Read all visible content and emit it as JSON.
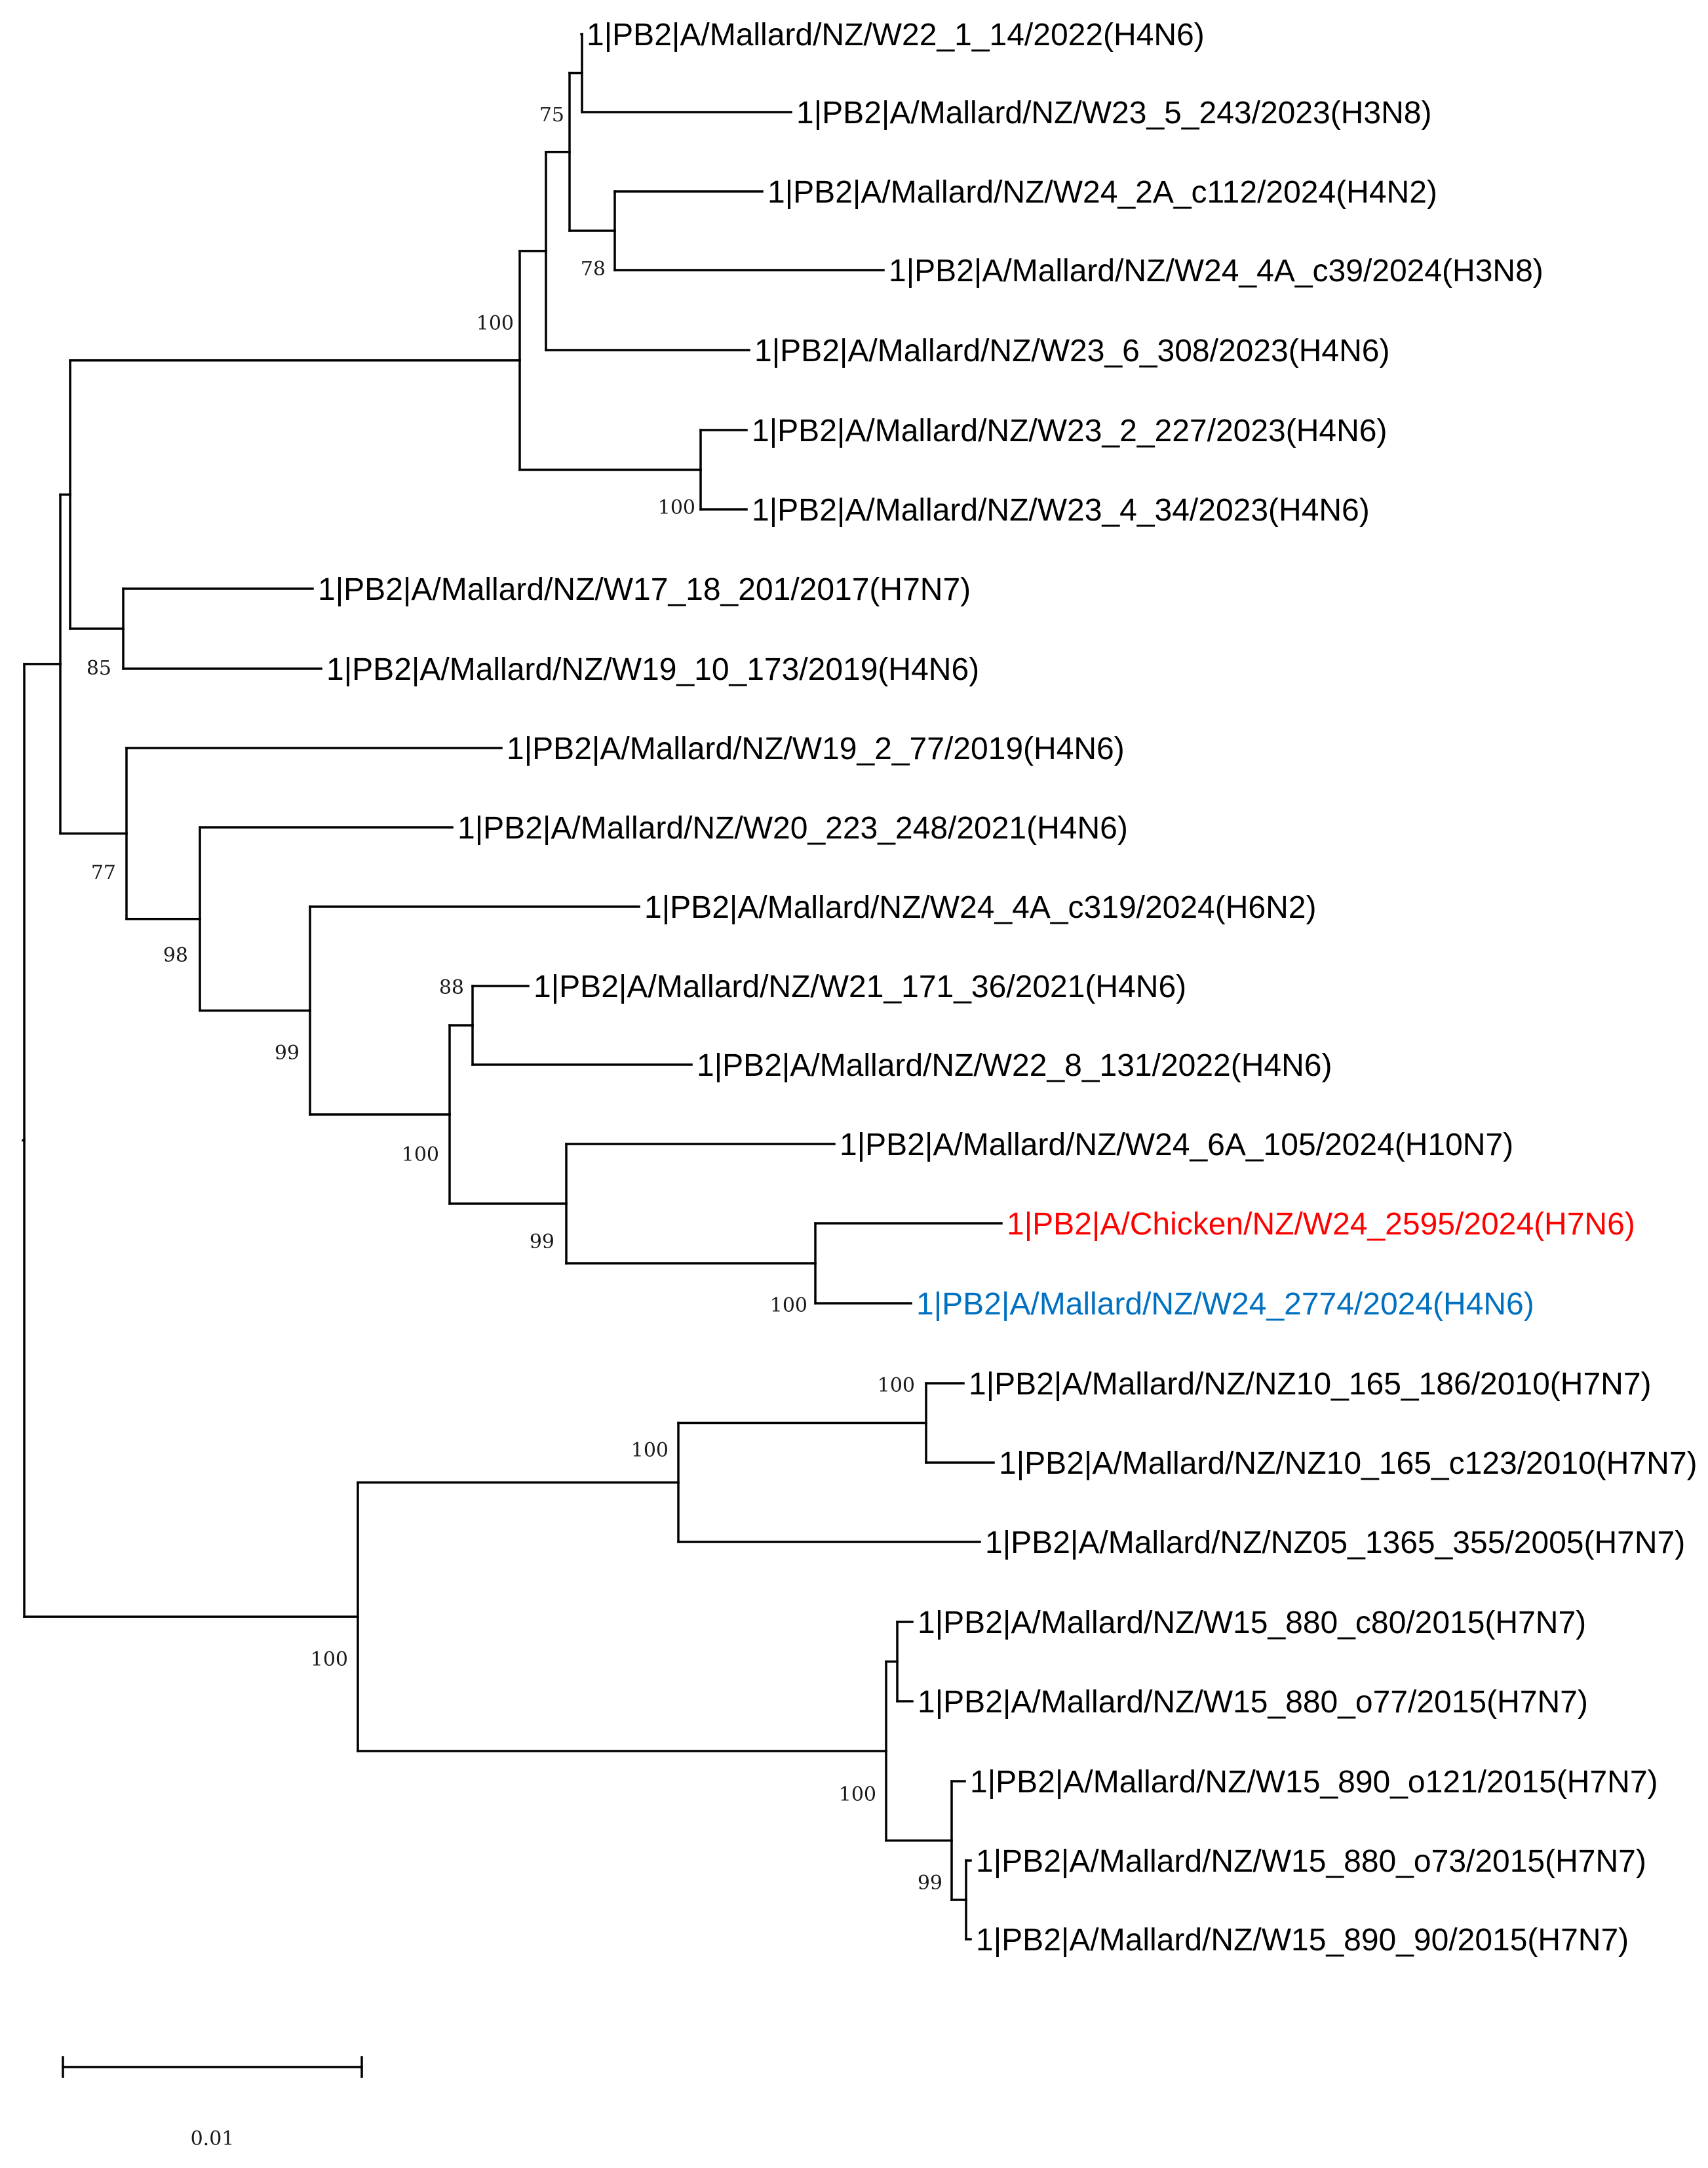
{
  "tree": {
    "default_color": "#000000",
    "tips": [
      {
        "id": "t1",
        "label": "1|PB2|A/Mallard/NZ/W22_1_14/2022(H4N6)"
      },
      {
        "id": "t2",
        "label": "1|PB2|A/Mallard/NZ/W23_5_243/2023(H3N8)"
      },
      {
        "id": "t3",
        "label": "1|PB2|A/Mallard/NZ/W24_2A_c112/2024(H4N2)"
      },
      {
        "id": "t4",
        "label": "1|PB2|A/Mallard/NZ/W24_4A_c39/2024(H3N8)"
      },
      {
        "id": "t5",
        "label": "1|PB2|A/Mallard/NZ/W23_6_308/2023(H4N6)"
      },
      {
        "id": "t6",
        "label": "1|PB2|A/Mallard/NZ/W23_2_227/2023(H4N6)"
      },
      {
        "id": "t7",
        "label": "1|PB2|A/Mallard/NZ/W23_4_34/2023(H4N6)"
      },
      {
        "id": "t8",
        "label": "1|PB2|A/Mallard/NZ/W17_18_201/2017(H7N7)"
      },
      {
        "id": "t9",
        "label": "1|PB2|A/Mallard/NZ/W19_10_173/2019(H4N6)"
      },
      {
        "id": "t10",
        "label": "1|PB2|A/Mallard/NZ/W19_2_77/2019(H4N6)"
      },
      {
        "id": "t11",
        "label": "1|PB2|A/Mallard/NZ/W20_223_248/2021(H4N6)"
      },
      {
        "id": "t12",
        "label": "1|PB2|A/Mallard/NZ/W24_4A_c319/2024(H6N2)"
      },
      {
        "id": "t13",
        "label": "1|PB2|A/Mallard/NZ/W21_171_36/2021(H4N6)"
      },
      {
        "id": "t14",
        "label": "1|PB2|A/Mallard/NZ/W22_8_131/2022(H4N6)"
      },
      {
        "id": "t15",
        "label": "1|PB2|A/Mallard/NZ/W24_6A_105/2024(H10N7)"
      },
      {
        "id": "t16",
        "label": "1|PB2|A/Chicken/NZ/W24_2595/2024(H7N6)",
        "color": "#ff0000"
      },
      {
        "id": "t17",
        "label": "1|PB2|A/Mallard/NZ/W24_2774/2024(H4N6)",
        "color": "#0070c0"
      },
      {
        "id": "t18",
        "label": "1|PB2|A/Mallard/NZ/NZ10_165_186/2010(H7N7)"
      },
      {
        "id": "t19",
        "label": "1|PB2|A/Mallard/NZ/NZ10_165_c123/2010(H7N7)"
      },
      {
        "id": "t20",
        "label": "1|PB2|A/Mallard/NZ/NZ05_1365_355/2005(H7N7)"
      },
      {
        "id": "t21",
        "label": "1|PB2|A/Mallard/NZ/W15_880_c80/2015(H7N7)"
      },
      {
        "id": "t22",
        "label": "1|PB2|A/Mallard/NZ/W15_880_o77/2015(H7N7)"
      },
      {
        "id": "t23",
        "label": "1|PB2|A/Mallard/NZ/W15_890_o121/2015(H7N7)"
      },
      {
        "id": "t24",
        "label": "1|PB2|A/Mallard/NZ/W15_880_o73/2015(H7N7)"
      },
      {
        "id": "t25",
        "label": "1|PB2|A/Mallard/NZ/W15_890_90/2015(H7N7)"
      }
    ],
    "bootstrap": [
      {
        "node": "n_t1_t2",
        "value": "75"
      },
      {
        "node": "n_t3_t4",
        "value": "78"
      },
      {
        "node": "n_clade2023",
        "value": "100"
      },
      {
        "node": "n_t6_t7",
        "value": "100"
      },
      {
        "node": "n_t8_t9",
        "value": "85"
      },
      {
        "node": "n_t10_rest",
        "value": "77"
      },
      {
        "node": "n_t11_rest",
        "value": "98"
      },
      {
        "node": "n_t12_rest",
        "value": "99"
      },
      {
        "node": "n_t13_t14",
        "value": "88"
      },
      {
        "node": "n_t13_t17",
        "value": "100"
      },
      {
        "node": "n_t15_rest",
        "value": "99"
      },
      {
        "node": "n_t16_t17",
        "value": "100"
      },
      {
        "node": "n_t18_t19",
        "value": "100"
      },
      {
        "node": "n_t18_t20",
        "value": "100"
      },
      {
        "node": "n_h7n7",
        "value": "100"
      },
      {
        "node": "n_w15",
        "value": "100"
      },
      {
        "node": "n_t24_t25",
        "value": "99"
      }
    ],
    "scale_bar": {
      "label": "0.01"
    }
  }
}
